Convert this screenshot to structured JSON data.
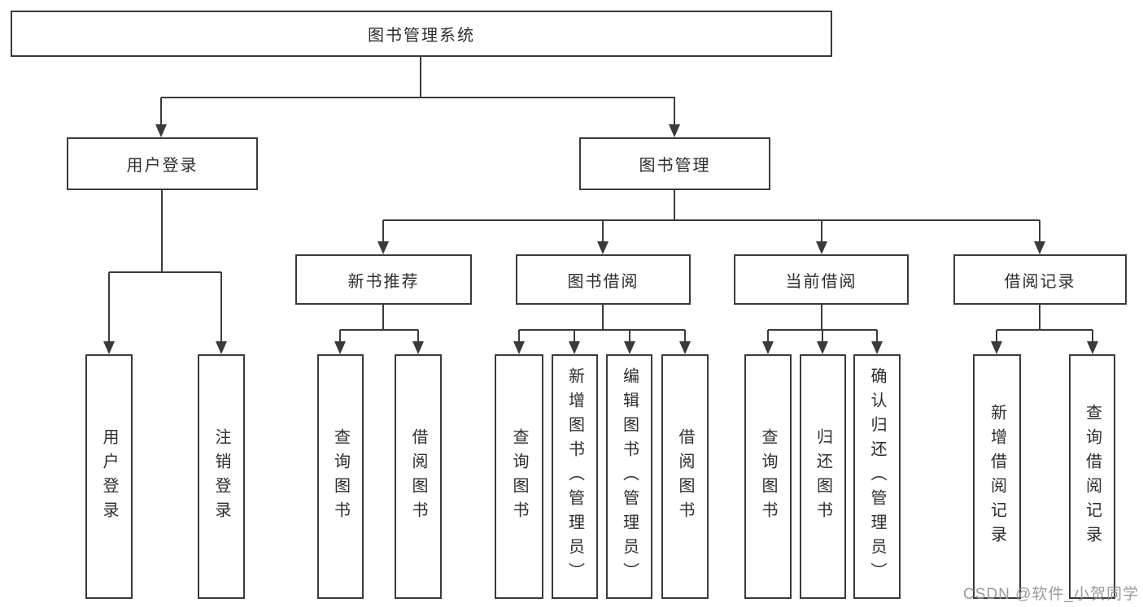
{
  "diagram": {
    "root": "图书管理系统",
    "level2": [
      "用户登录",
      "图书管理"
    ],
    "level3": [
      "新书推荐",
      "图书借阅",
      "当前借阅",
      "借阅记录"
    ],
    "leaves": {
      "user_login": [
        "用户登录",
        "注销登录"
      ],
      "new_books": [
        "查询图书",
        "借阅图书"
      ],
      "book_borrow": [
        "查询图书",
        "新增图书（管理员）",
        "编辑图书（管理员）",
        "借阅图书"
      ],
      "current_borrow": [
        "查询图书",
        "归还图书",
        "确认归还（管理员）"
      ],
      "borrow_records": [
        "新增借阅记录",
        "查询借阅记录"
      ]
    },
    "watermark": "CSDN @软件_小贺同学",
    "colors": {
      "line": "#3a3a3a",
      "box_border": "#3a3a3a",
      "box_fill": "#ffffff",
      "text": "#2d2d2d",
      "watermark": "#949499",
      "background": "#ffffff"
    }
  }
}
